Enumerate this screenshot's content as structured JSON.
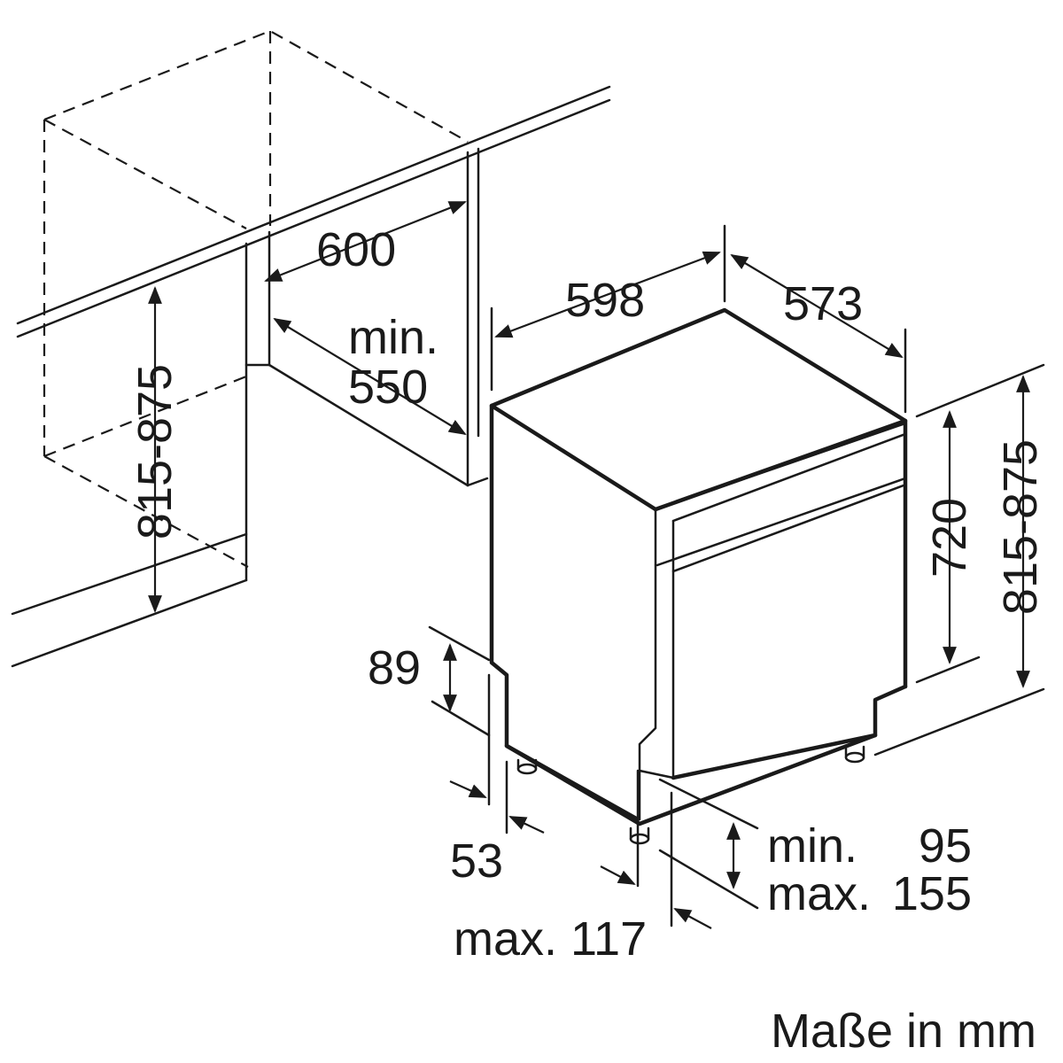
{
  "labels": {
    "niche_width": "600",
    "niche_depth_min": "min.",
    "niche_depth_value": "550",
    "niche_height": "815-875",
    "appliance_width": "598",
    "appliance_depth": "573",
    "appliance_height": "720",
    "appliance_height_total": "815-875",
    "plinth_height": "89",
    "foot_offset": "53",
    "plinth_depth_min_label": "min.",
    "plinth_depth_min_value": "95",
    "plinth_depth_max_label": "max.",
    "plinth_depth_max_value": "155",
    "door_overhang": "max. 117",
    "units_note": "Maße in mm"
  }
}
